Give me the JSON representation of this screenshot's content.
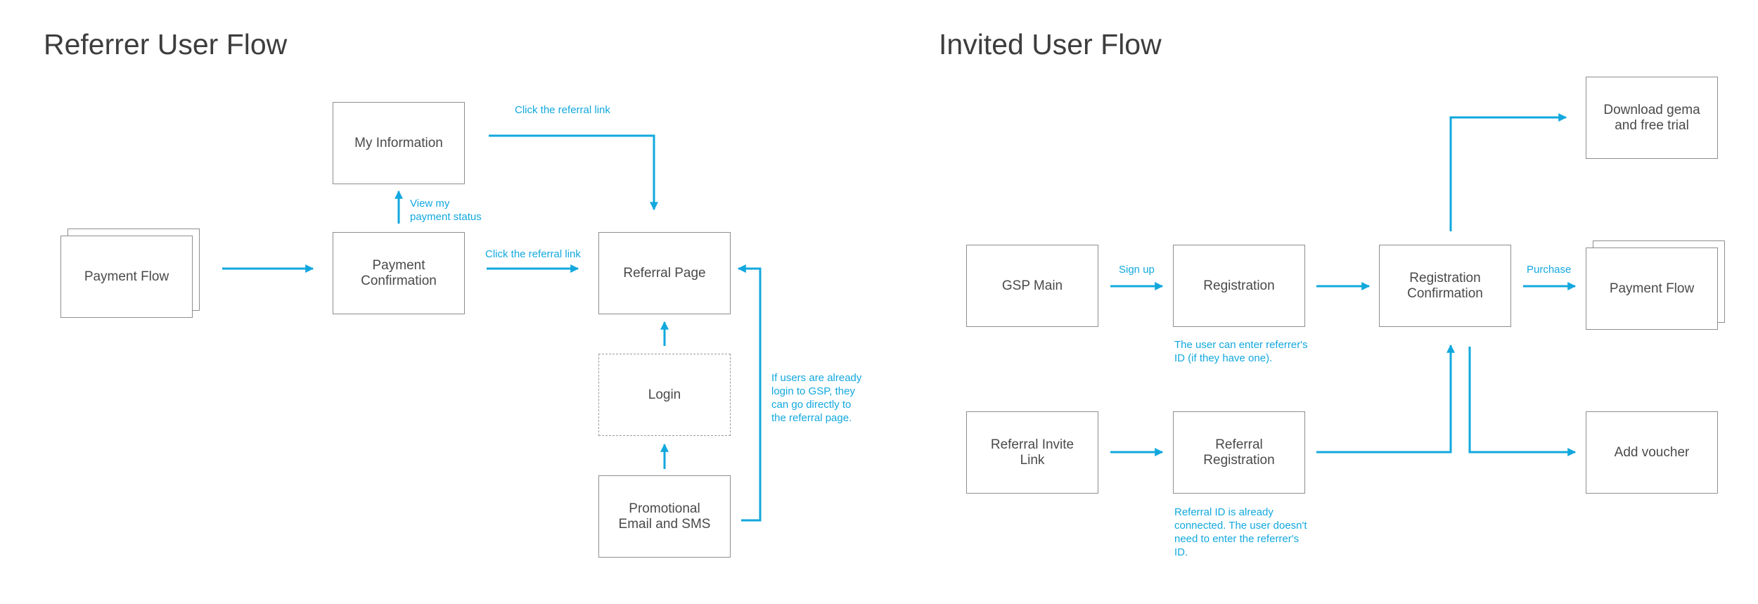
{
  "colors": {
    "link": "#12a8de",
    "box_border": "#8e8e8e",
    "text": "#4a4a4a",
    "heading": "#3d3d3d"
  },
  "referrer": {
    "title": "Referrer User Flow",
    "nodes": {
      "payment_flow": "Payment Flow",
      "my_information": "My Information",
      "payment_confirmation": "Payment\nConfirmation",
      "referral_page": "Referral Page",
      "login": "Login",
      "promotional_email_sms": "Promotional\nEmail and SMS"
    },
    "notes": {
      "click_referral_link_top": "Click the referral link",
      "view_payment_status": "View my\npayment status",
      "click_referral_link_mid": "Click the referral link",
      "already_logged_in": "If users are already\nlogin to GSP, they\ncan go directly to\nthe referral page."
    }
  },
  "invited": {
    "title": "Invited User Flow",
    "nodes": {
      "gsp_main": "GSP Main",
      "registration": "Registration",
      "registration_confirmation": "Registration\nConfirmation",
      "download_gema": "Download gema\nand free trial",
      "payment_flow": "Payment Flow",
      "referral_invite_link": "Referral Invite\nLink",
      "referral_registration": "Referral\nRegistration",
      "add_voucher": "Add voucher"
    },
    "notes": {
      "sign_up": "Sign up",
      "purchase": "Purchase",
      "enter_referrer_id": "The user can enter referrer's\nID (if they have one).",
      "referral_id_connected": "Referral ID is already\nconnected. The user doesn't\nneed to enter the referrer's\nID."
    }
  }
}
